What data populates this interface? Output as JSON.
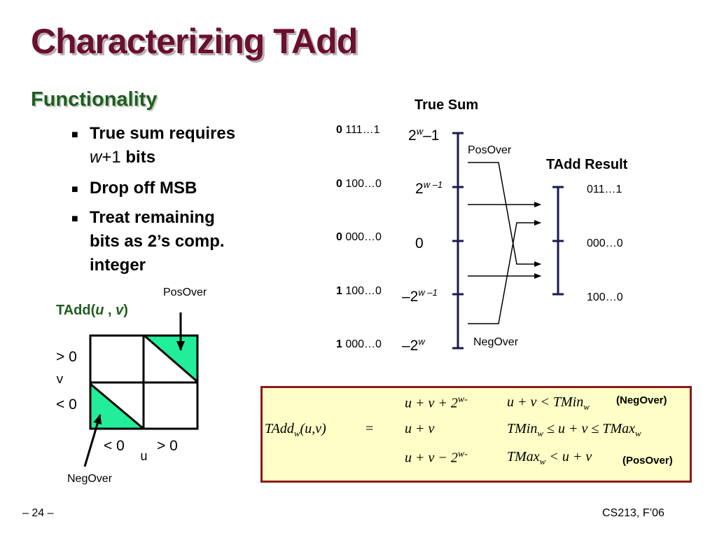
{
  "slide": {
    "title": "Characterizing TAdd",
    "section": "Functionality",
    "bullets": [
      {
        "line1": "True sum requires",
        "line2_var": "w",
        "line2_rest": "+1",
        "line2_tail": " bits"
      },
      {
        "line1": "Drop off MSB"
      },
      {
        "line1": "Treat remaining",
        "line2": "bits as 2’s comp.",
        "line3": "integer"
      }
    ],
    "footer_left": "– 24 –",
    "footer_right": "CS213, F’06"
  },
  "number_line": {
    "true_sum_title": "True Sum",
    "tadd_result_title": "TAdd Result",
    "posover_label": "PosOver",
    "negover_label": "NegOver",
    "left_binary": [
      {
        "msb": "0",
        "rest": "111…1"
      },
      {
        "msb": "0",
        "rest": "100…0"
      },
      {
        "msb": "0",
        "rest": "000…0"
      },
      {
        "msb": "1",
        "rest": "100…0"
      },
      {
        "msb": "1",
        "rest": "000…0"
      }
    ],
    "tick_values": [
      {
        "pre": "2",
        "sup": "w",
        "post": "–1"
      },
      {
        "pre": "2",
        "sup": "w –1",
        "post": ""
      },
      {
        "pre": "0",
        "sup": "",
        "post": ""
      },
      {
        "pre": "–2",
        "sup": "w –1",
        "post": ""
      },
      {
        "pre": "–2",
        "sup": "w",
        "post": ""
      }
    ],
    "result_binary": [
      "011…1",
      "000…0",
      "100…0"
    ]
  },
  "grid": {
    "function_pre": "TAdd(",
    "function_u": "u",
    "function_sep": " , ",
    "function_v": "v",
    "function_post": ")",
    "posover_label": "PosOver",
    "negover_label": "NegOver",
    "v_pos": "> 0",
    "v_axis": "v",
    "v_neg": "< 0",
    "u_neg": "< 0",
    "u_axis": "u",
    "u_pos": "> 0",
    "fill_color": "#22ee99"
  },
  "formula": {
    "lhs": "TAdd",
    "lhs_sub": "w",
    "lhs_args": "(u,v)",
    "equals": "=",
    "case1_expr": "u + v + 2",
    "case1_exp": "w-",
    "case1_cond": "u + v < TMin",
    "case1_cond_sub": "w",
    "case1_tag": "(NegOver)",
    "case2_expr": "u + v",
    "case2_cond_a": "TMin",
    "case2_cond_a_sub": "w",
    "case2_cond_b": " ≤ u + v ≤ TMax",
    "case2_cond_b_sub": "w",
    "case3_expr": "u + v − 2",
    "case3_exp": "w-",
    "case3_cond": "TMax",
    "case3_cond_sub": "w",
    "case3_cond_rest": " < u + v",
    "case3_tag": "(PosOver)",
    "box_color": "#fefec6",
    "border_color": "#8b1a1a",
    "highlight_color": "#ffee00"
  }
}
